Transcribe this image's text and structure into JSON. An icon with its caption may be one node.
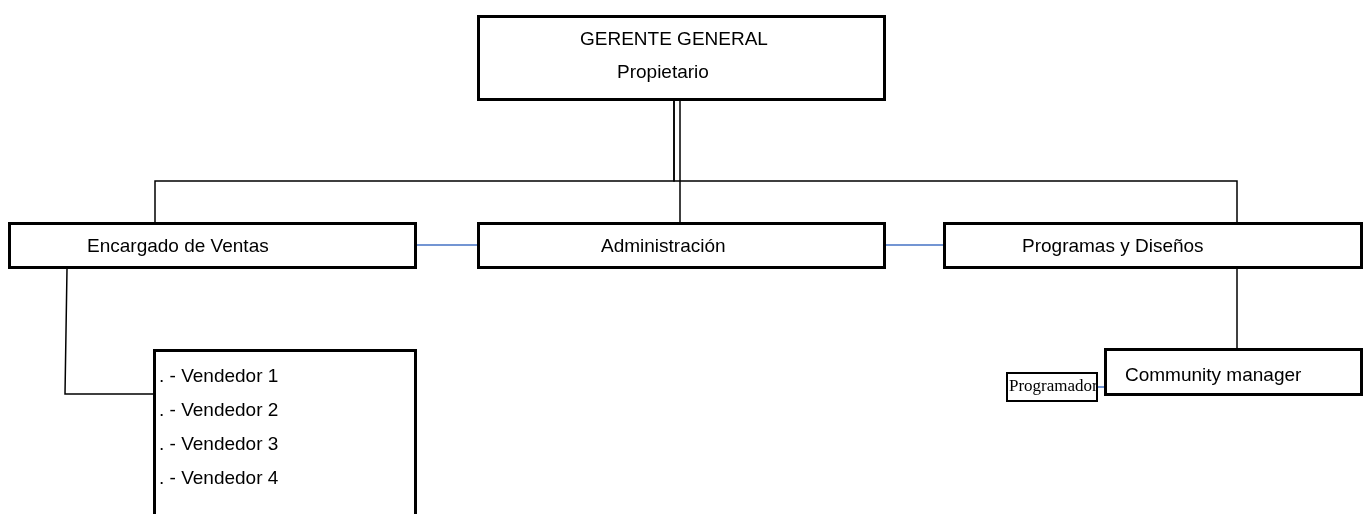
{
  "diagram": {
    "nodes": [
      {
        "text": [
          "GERENTE GENERAL",
          "Propietario"
        ]
      },
      {
        "text": [
          "Encargado de Ventas"
        ]
      },
      {
        "text": [
          "Administración"
        ]
      },
      {
        "text": [
          "Programas y Diseños"
        ]
      },
      {
        "text": [
          ". - Vendedor 1",
          ". - Vendedor 2",
          ". - Vendedor 3",
          ". - Vendedor 4"
        ]
      },
      {
        "text": [
          "Programador"
        ]
      },
      {
        "text": [
          "Community manager"
        ]
      }
    ],
    "edges": [
      {
        "from": 0,
        "to": 2,
        "arrow": "none"
      },
      {
        "from": 0,
        "to": 1,
        "arrow": "none"
      },
      {
        "from": 0,
        "to": 3,
        "arrow": "none"
      },
      {
        "from": 1,
        "to": 2,
        "arrow": "none",
        "color": "#4472c4"
      },
      {
        "from": 2,
        "to": 3,
        "arrow": "none",
        "color": "#4472c4"
      },
      {
        "from": 1,
        "to": 4,
        "arrow": "none"
      },
      {
        "from": 3,
        "to": 6,
        "arrow": "none"
      },
      {
        "from": 5,
        "to": 6,
        "arrow": "none",
        "color": "#4472c4"
      }
    ]
  }
}
